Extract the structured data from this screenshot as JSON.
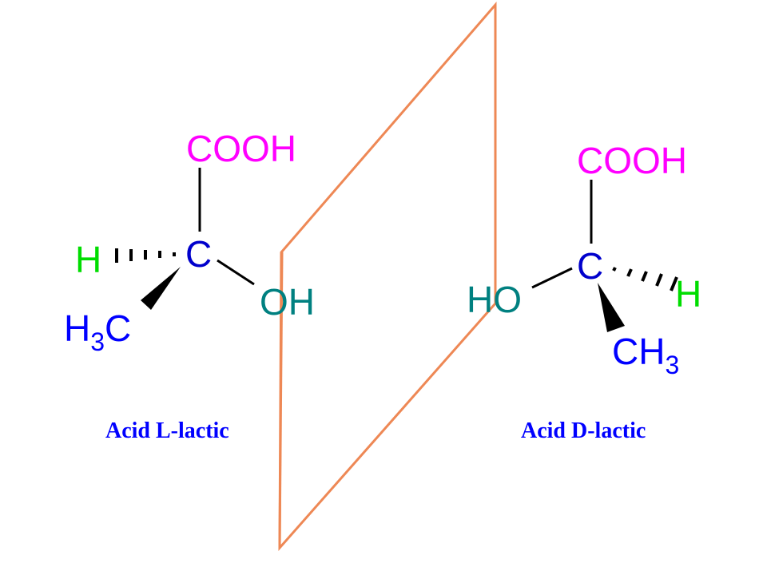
{
  "colors": {
    "cooh": "#ff00ff",
    "carbon": "#0000cc",
    "hydrogen": "#00dd00",
    "methyl": "#0000ff",
    "hydroxyl": "#008080",
    "caption": "#0000ff",
    "mirror": "#ee8855",
    "bond": "#000000"
  },
  "left_molecule": {
    "cooh": "COOH",
    "carbon": "C",
    "hydrogen": "H",
    "hydroxyl": "OH",
    "methyl_main": "H",
    "methyl_sub": "3",
    "methyl_tail": "C",
    "caption": "Acid L-lactic"
  },
  "right_molecule": {
    "cooh": "COOH",
    "carbon": "C",
    "hydrogen": "H",
    "hydroxyl": "HO",
    "methyl_main": "CH",
    "methyl_sub": "3",
    "caption": "Acid D-lactic"
  }
}
